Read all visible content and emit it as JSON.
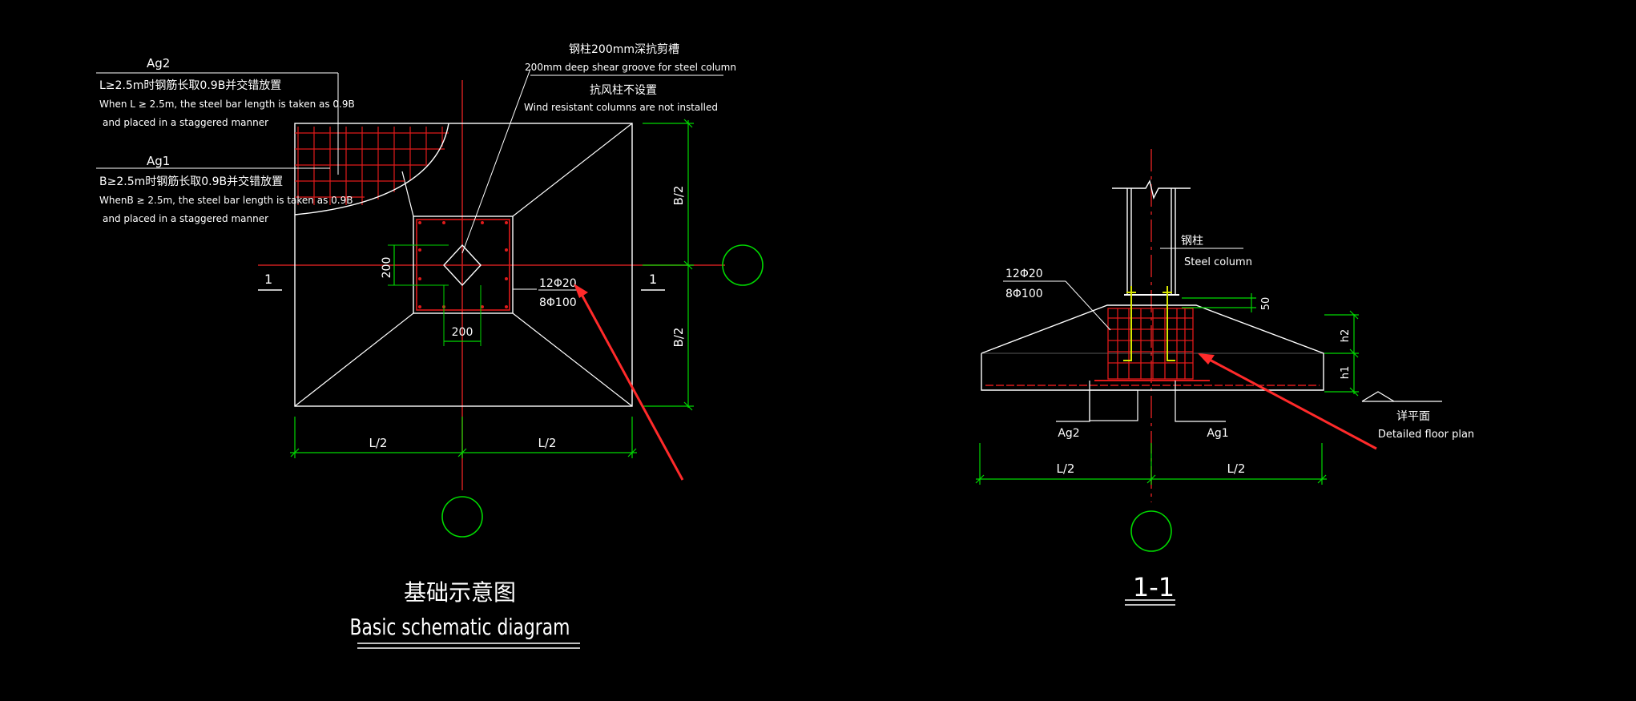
{
  "colors": {
    "background": "#000000",
    "outline": "#ffffff",
    "axis": "#cc1f1f",
    "dimension": "#00d900",
    "rebar": "#e01a1a",
    "bolt": "#d8e600",
    "arrow": "#ff2a2a"
  },
  "plan": {
    "ag2": {
      "label": "Ag2",
      "note_cn": "L≥2.5m时钢筋长取0.9B并交错放置",
      "note_en_1": "When L ≥ 2.5m, the steel bar length is taken as 0.9B",
      "note_en_2": "and placed in a staggered manner"
    },
    "ag1": {
      "label": "Ag1",
      "note_cn": "B≥2.5m时钢筋长取0.9B并交错放置",
      "note_en_1": "WhenB ≥ 2.5m, the steel bar length is taken as 0.9B",
      "note_en_2": "and placed in a staggered manner"
    },
    "groove": {
      "cn": "钢柱200mm深抗剪槽",
      "en": "200mm deep shear groove for steel column"
    },
    "wind": {
      "cn": "抗风柱不设置",
      "en": "Wind resistant columns are not installed"
    },
    "dim_200_v": "200",
    "dim_200_h": "200",
    "rebar_1": "12Φ20",
    "rebar_2": "8Φ100",
    "section_left": "1",
    "section_right": "1",
    "dim_b2_top": "B/2",
    "dim_b2_bottom": "B/2",
    "dim_l2_left": "L/2",
    "dim_l2_right": "L/2",
    "title_cn": "基础示意图",
    "title_en": "Basic schematic diagram"
  },
  "section": {
    "steel_column_cn": "钢柱",
    "steel_column_en": "Steel column",
    "rebar_1": "12Φ20",
    "rebar_2": "8Φ100",
    "dim_50": "50",
    "dim_h2": "h2",
    "dim_h1": "h1",
    "ag2": "Ag2",
    "ag1": "Ag1",
    "floor_cn": "详平面",
    "floor_en": "Detailed floor plan",
    "dim_l2_left": "L/2",
    "dim_l2_right": "L/2",
    "title": "1-1"
  }
}
